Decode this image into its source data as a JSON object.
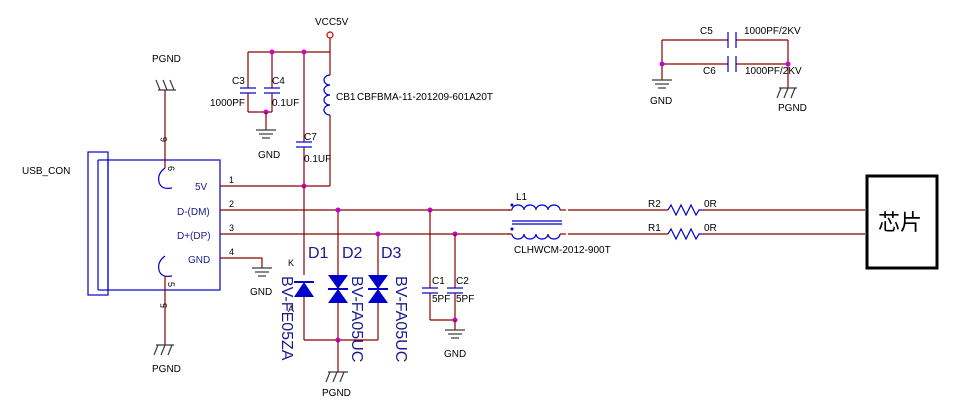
{
  "connector": {
    "name": "USB_CON",
    "pins": [
      {
        "num": "1",
        "label": "5V"
      },
      {
        "num": "2",
        "label": "D-(DM)"
      },
      {
        "num": "3",
        "label": "D+(DP)"
      },
      {
        "num": "4",
        "label": "GND"
      },
      {
        "num": "5",
        "label": ""
      },
      {
        "num": "6",
        "label": ""
      }
    ]
  },
  "nets": {
    "vcc": "VCC5V",
    "pgnd": "PGND",
    "gnd": "GND"
  },
  "components": {
    "c3": {
      "ref": "C3",
      "value": "1000PF"
    },
    "c4": {
      "ref": "C4",
      "value": "0.1UF"
    },
    "c7": {
      "ref": "C7",
      "value": "0.1UF"
    },
    "cb1": {
      "ref": "CB1",
      "value": "CBFBMA-11-201209-601A20T"
    },
    "c5": {
      "ref": "C5",
      "value": "1000PF/2KV"
    },
    "c6": {
      "ref": "C6",
      "value": "1000PF/2KV"
    },
    "l1": {
      "ref": "L1",
      "value": "CLHWCM-2012-900T"
    },
    "r1": {
      "ref": "R1",
      "value": "0R"
    },
    "r2": {
      "ref": "R2",
      "value": "0R"
    },
    "c1": {
      "ref": "C1",
      "value": "5PF"
    },
    "c2": {
      "ref": "C2",
      "value": "5PF"
    },
    "d1": {
      "ref": "D1",
      "value": "BV-FE05ZA",
      "k": "K",
      "a": "A"
    },
    "d2": {
      "ref": "D2",
      "value": "BV-FA05UC"
    },
    "d3": {
      "ref": "D3",
      "value": "BV-FA05UC"
    }
  },
  "chip": {
    "label": "芯片"
  }
}
